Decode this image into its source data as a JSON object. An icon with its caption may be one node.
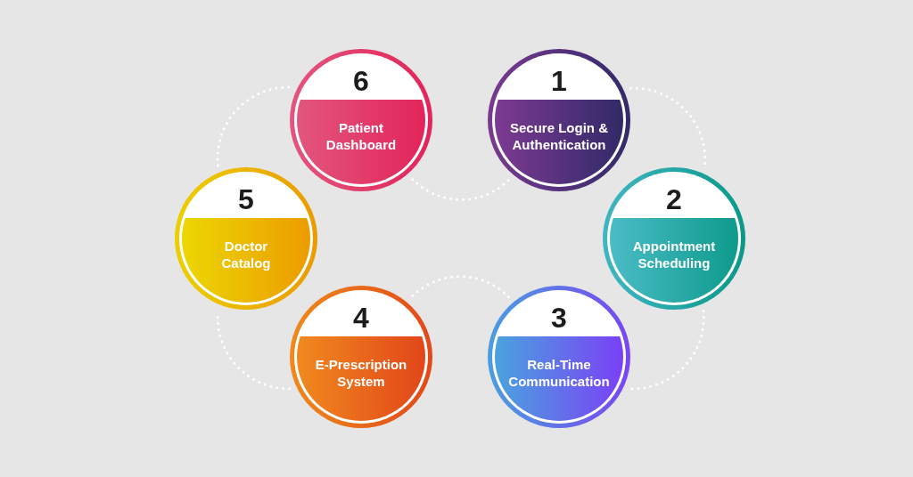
{
  "diagram": {
    "nodes": [
      {
        "text": [
          "1",
          "Secure Login & Authentication"
        ]
      },
      {
        "text": [
          "2",
          "Appointment Scheduling"
        ]
      },
      {
        "text": [
          "3",
          "Real-Time Communication"
        ]
      },
      {
        "text": [
          "4",
          "E-Prescription System"
        ]
      },
      {
        "text": [
          "5",
          "Doctor Catalog"
        ]
      },
      {
        "text": [
          "6",
          "Patient Dashboard"
        ]
      }
    ],
    "edges": [
      {
        "from": 0,
        "to": 1,
        "arrow": "none",
        "style": "dashed"
      },
      {
        "from": 1,
        "to": 2,
        "arrow": "none",
        "style": "dashed"
      },
      {
        "from": 2,
        "to": 3,
        "arrow": "none",
        "style": "dashed"
      },
      {
        "from": 3,
        "to": 4,
        "arrow": "none",
        "style": "dashed"
      },
      {
        "from": 4,
        "to": 5,
        "arrow": "none",
        "style": "dashed"
      },
      {
        "from": 5,
        "to": 0,
        "arrow": "none",
        "style": "dashed"
      }
    ]
  }
}
